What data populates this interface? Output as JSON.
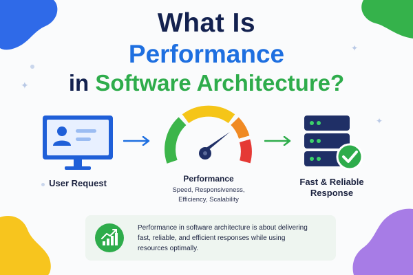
{
  "title": {
    "line1": "What Is",
    "line2": "Performance",
    "line3_prefix": "in",
    "line3_main": "Software Architecture?"
  },
  "steps": [
    {
      "label": "User Request",
      "icon": "monitor-user-icon"
    },
    {
      "label": "Performance",
      "icon": "speedometer-gauge-icon",
      "sub_line1": "Speed, Responsiveness,",
      "sub_line2": "Efficiency, Scalability"
    },
    {
      "label_line1": "Fast & Reliable",
      "label_line2": "Response",
      "icon": "server-check-icon"
    }
  ],
  "info": {
    "icon": "growth-chart-icon",
    "text_line1": "Performance in software architecture is about delivering",
    "text_line2": "fast, reliable, and efficient responses while using",
    "text_line3": "resources optimally."
  },
  "colors": {
    "navy": "#13214f",
    "blue": "#1e6fe0",
    "green": "#2eac4b",
    "gauge_green": "#3cb54a",
    "gauge_yellow": "#f5c518",
    "gauge_orange": "#f08a24",
    "gauge_red": "#e53935",
    "server": "#1f2f66",
    "purple": "#a77ce6"
  }
}
